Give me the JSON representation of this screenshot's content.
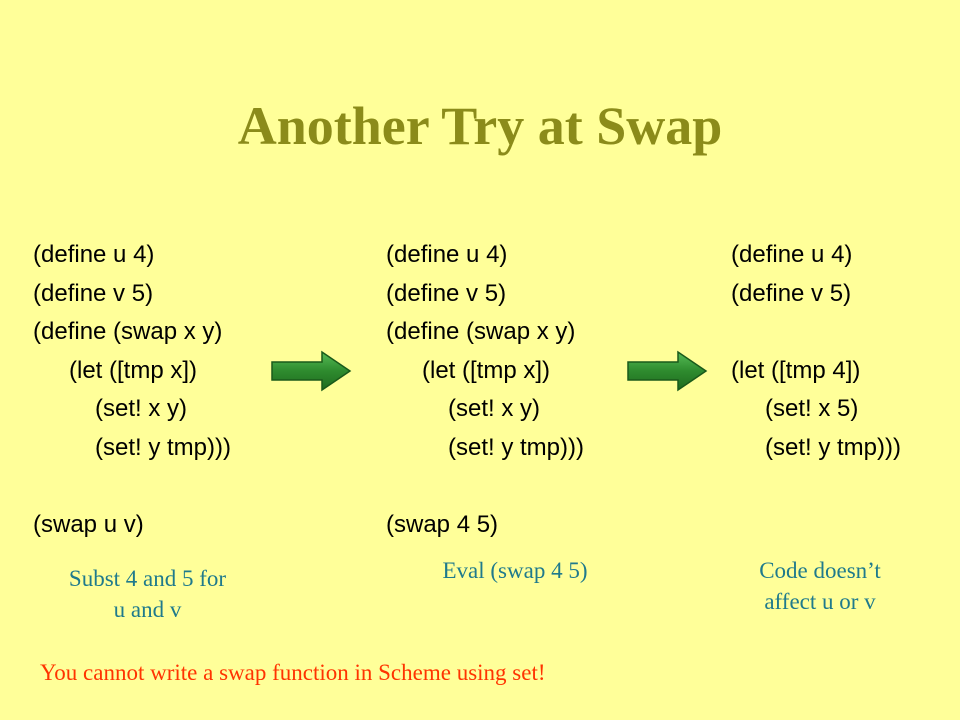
{
  "title": "Another Try at Swap",
  "columns": [
    {
      "lines": [
        "(define u 4)",
        "(define v 5)",
        "(define (swap x y)",
        "(let ([tmp x])",
        "(set! x y)",
        "(set! y tmp)))",
        "",
        "(swap u v)"
      ]
    },
    {
      "lines": [
        "(define u 4)",
        "(define v 5)",
        "(define (swap x y)",
        "(let ([tmp x])",
        "(set! x y)",
        "(set! y tmp)))",
        "",
        "(swap 4 5)"
      ]
    },
    {
      "lines": [
        "(define u 4)",
        "(define v 5)",
        "",
        "(let ([tmp 4])",
        "(set! x 5)",
        "(set! y tmp)))"
      ]
    }
  ],
  "notes": {
    "subst_line1": "Subst 4 and 5 for",
    "subst_line2": "u and v",
    "eval": "Eval (swap 4 5)",
    "code_line1": "Code doesn’t",
    "code_line2": "affect u or v"
  },
  "footer": "You cannot write a swap function in Scheme using set!",
  "colors": {
    "background": "#ffff99",
    "title": "#8b8b1a",
    "notes": "#1f7a8c",
    "footer": "#ff3300",
    "arrow": "#3a9a3a"
  },
  "icons": {
    "arrow1": "right-arrow-icon",
    "arrow2": "right-arrow-icon"
  }
}
